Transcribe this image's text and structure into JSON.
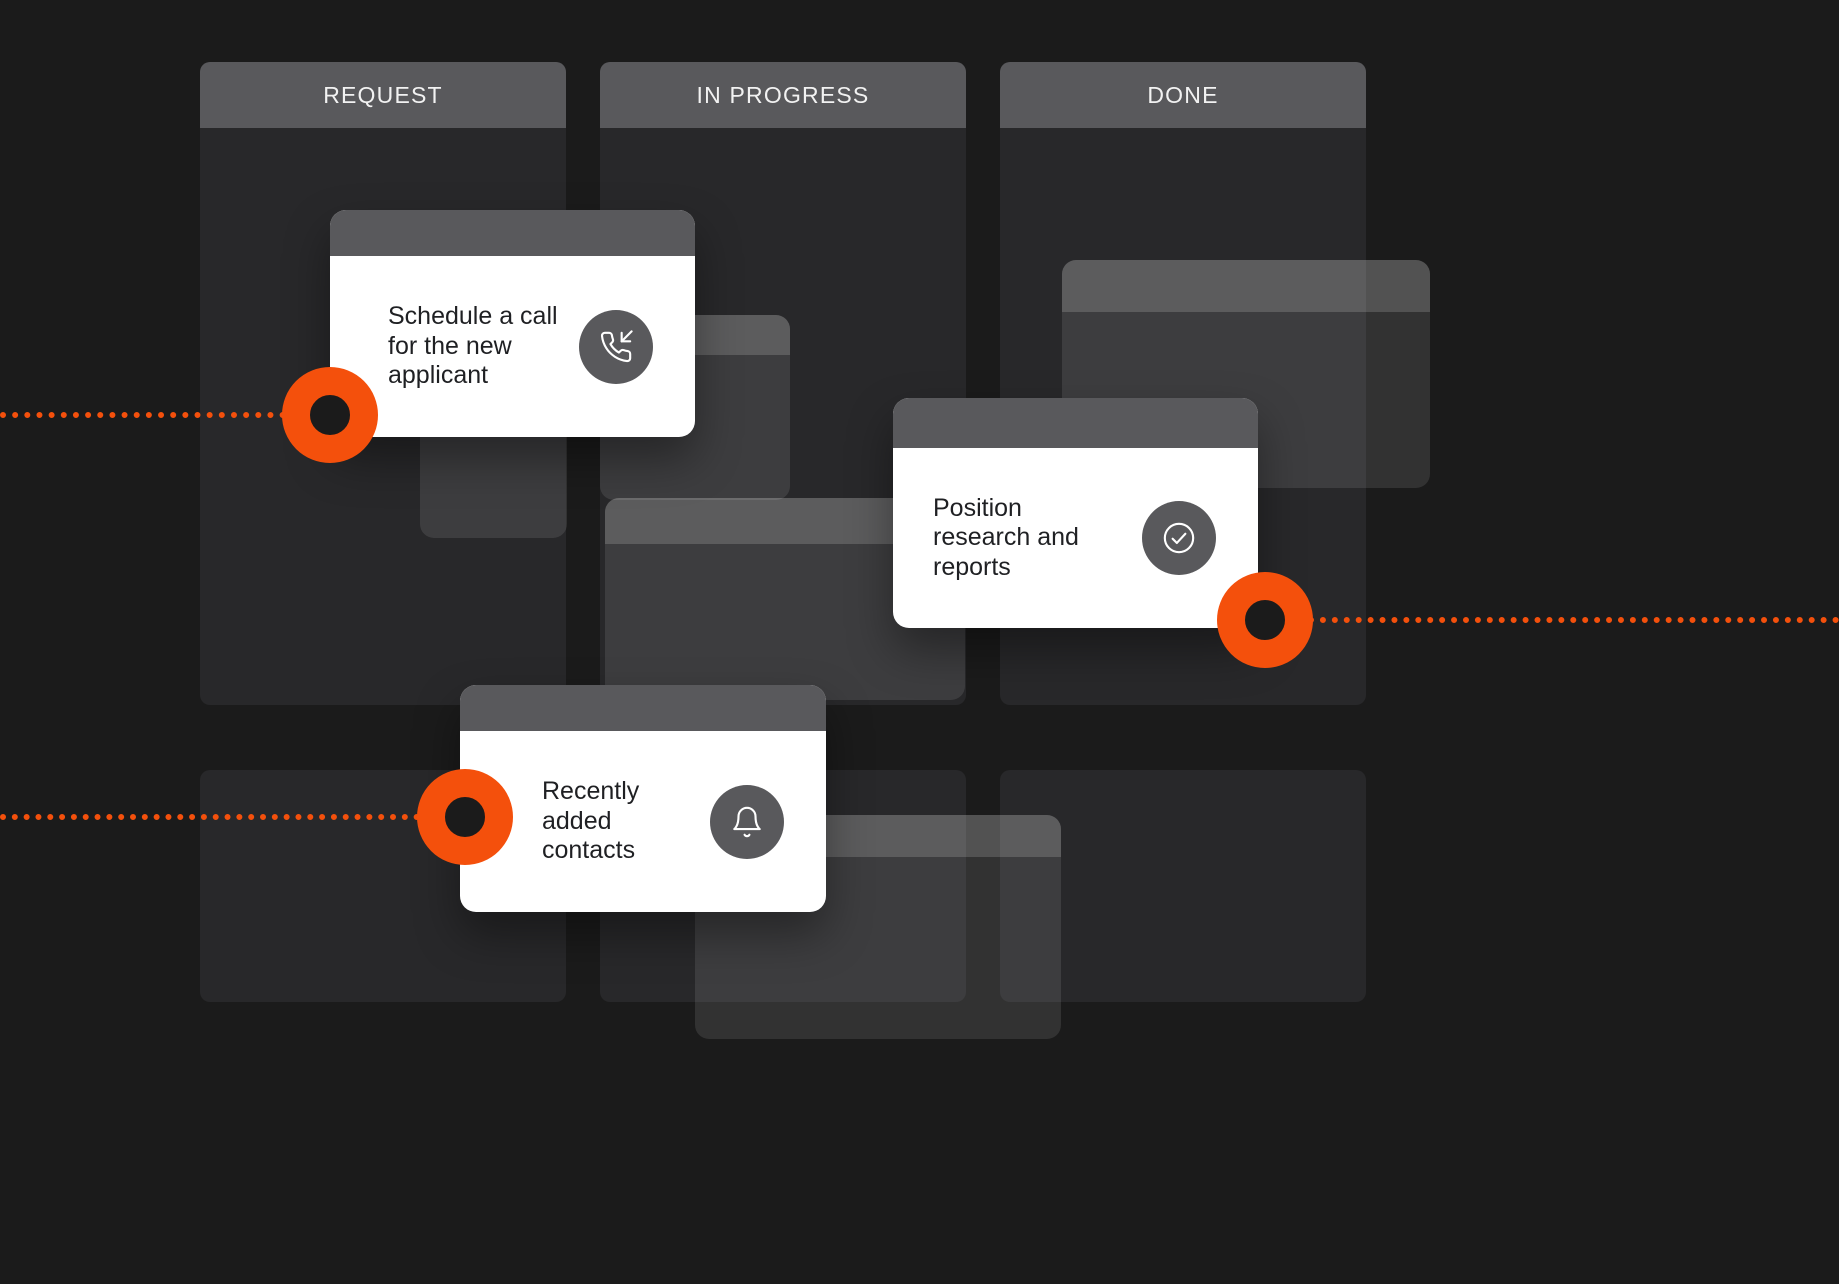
{
  "board": {
    "columns": [
      {
        "label": "REQUEST"
      },
      {
        "label": "IN PROGRESS"
      },
      {
        "label": "DONE"
      }
    ],
    "cards": [
      {
        "title": "Schedule a call\nfor the new\napplicant",
        "icon": "phone-incoming-icon"
      },
      {
        "title": "Position\nresearch and\nreports",
        "icon": "check-circle-icon"
      },
      {
        "title": "Recently\nadded\ncontacts",
        "icon": "bell-icon"
      }
    ]
  },
  "colors": {
    "accent_orange": "#F4500C",
    "background": "#1B1B1B",
    "column_panel": "#28282A",
    "header_gray": "#59595C",
    "card_white": "#FFFFFF"
  }
}
